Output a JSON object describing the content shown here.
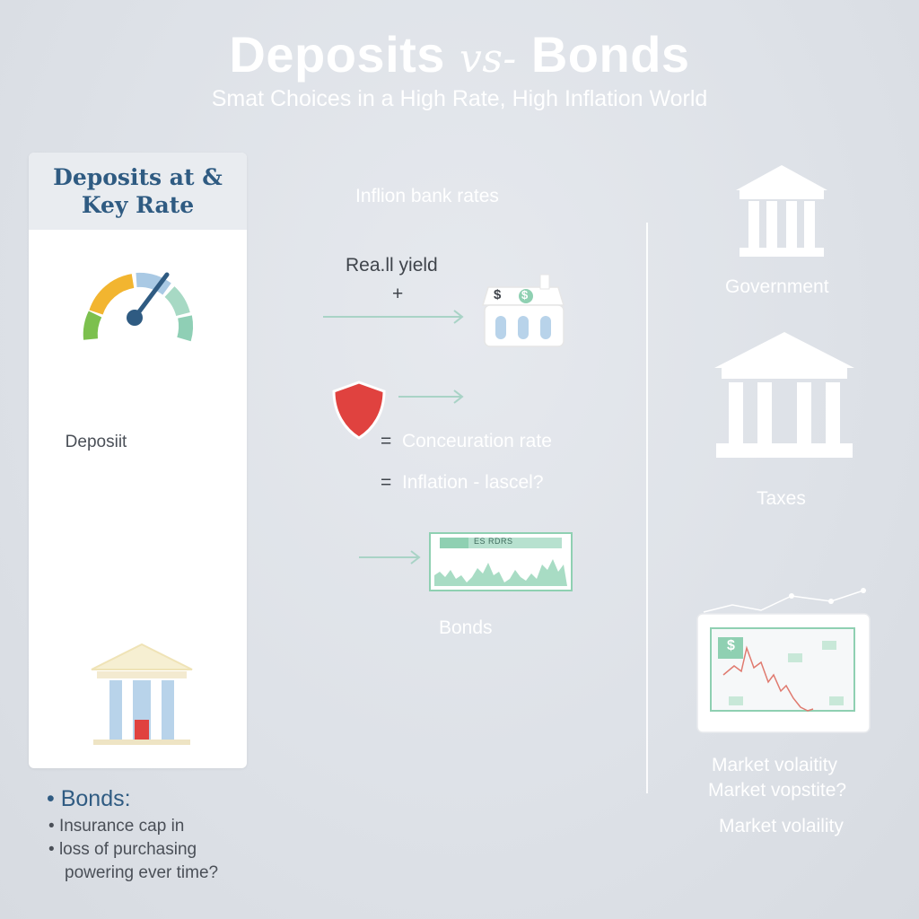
{
  "header": {
    "title_left": "Deposits",
    "title_vs": "vs-",
    "title_right": "Bonds",
    "subtitle": "Smat Choices in a High Rate, High Inflation World"
  },
  "left_panel": {
    "heading_line1": "Deposits at &",
    "heading_line2": "Key Rate",
    "deposit_label": "Deposiit"
  },
  "bonds_notes": {
    "title": "Bonds:",
    "bullet_symbol": "•",
    "items": [
      "Insurance cap in",
      "loss of purchasing",
      "powering ever time?"
    ]
  },
  "center": {
    "top_label": "Inflion bank rates",
    "real_yield": "Rea.ll yield",
    "plus": "+",
    "equals": "=",
    "concentration": "Conceuration rate",
    "inflation": "Inflation - lascel?",
    "bonds_label": "Bonds",
    "chart_header": "ES RDRS",
    "dollar": "$"
  },
  "right": {
    "government": "Government",
    "taxes": "Taxes",
    "volatility_1": "Market volaitity",
    "volatility_2": "Market vopstite?",
    "volatility_3": "Market volaility",
    "dollar": "$"
  },
  "colors": {
    "accent_blue": "#2f5b82",
    "arrow_teal": "#a9d3c6",
    "shield_red": "#e0423f",
    "chart_green": "#8fd0b2",
    "gauge_yellow": "#f2b530",
    "gauge_green": "#7cc04e",
    "gauge_blue": "#a9c9e4"
  }
}
